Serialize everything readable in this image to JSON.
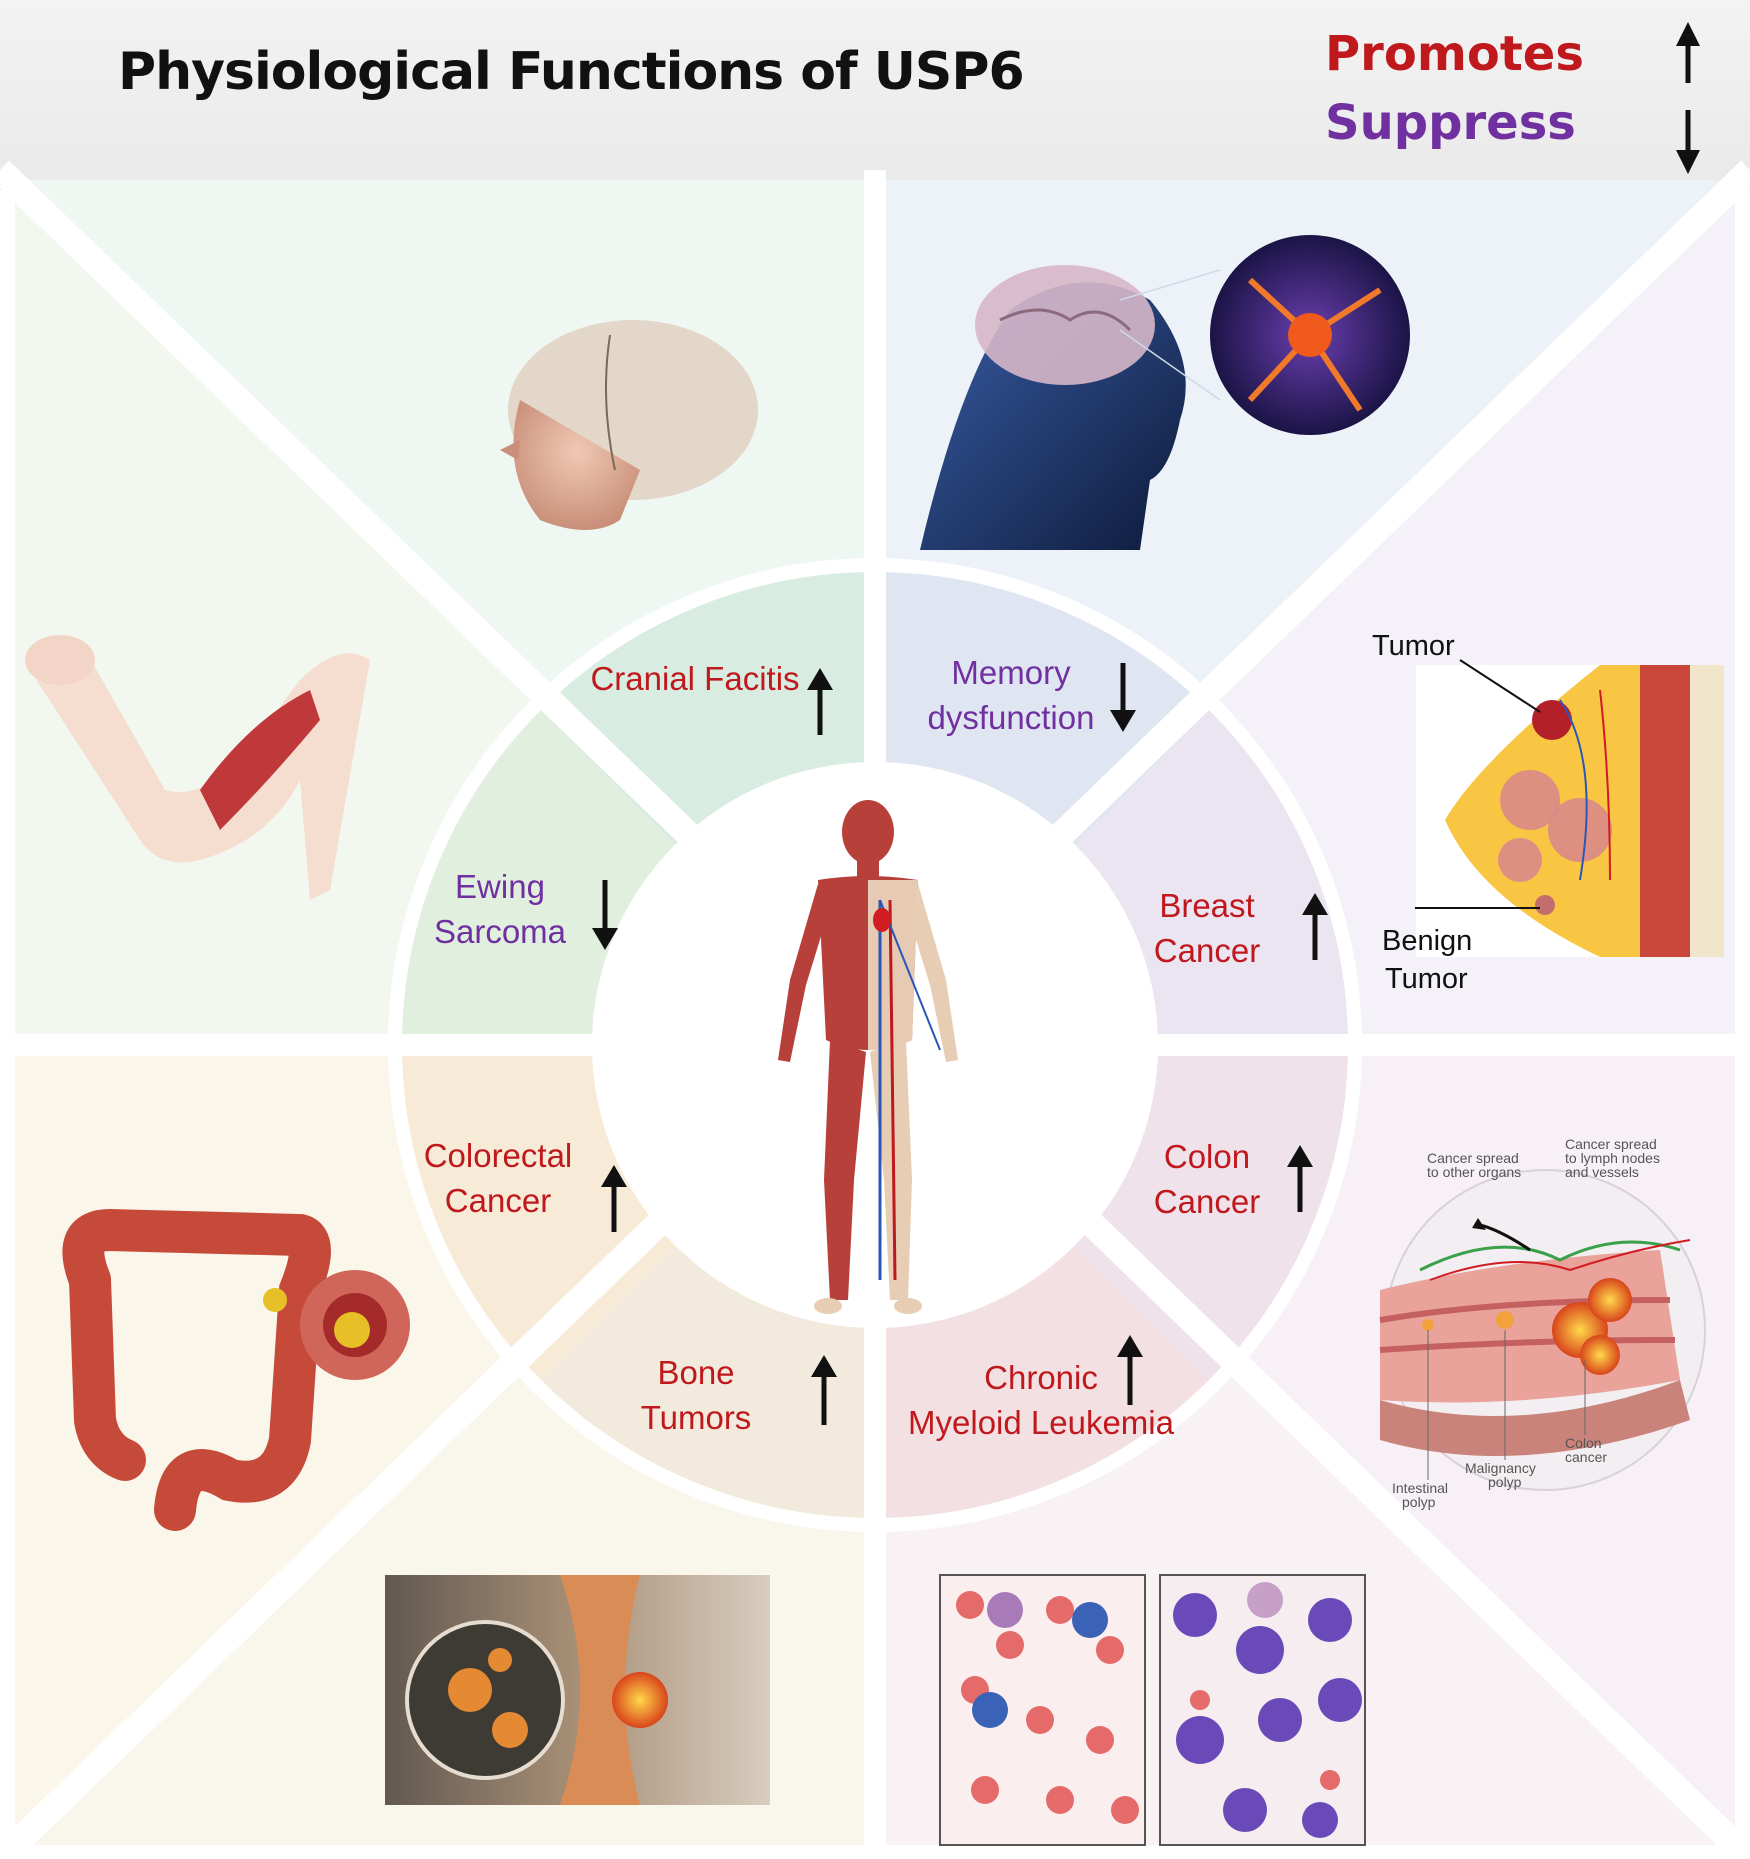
{
  "title": "Physiological Functions of USP6",
  "legend": {
    "promotes": "Promotes",
    "suppress": "Suppress"
  },
  "colors": {
    "promotes": "#c0191d",
    "suppress": "#7030a0",
    "arrow": "#111111"
  },
  "segments": {
    "cranial": {
      "line1": "Cranial Facitis",
      "effect": "promotes"
    },
    "memory": {
      "line1": "Memory",
      "line2": "dysfunction",
      "effect": "suppress"
    },
    "breast": {
      "line1": "Breast",
      "line2": "Cancer",
      "effect": "promotes"
    },
    "colon": {
      "line1": "Colon",
      "line2": "Cancer",
      "effect": "promotes"
    },
    "cml": {
      "line1": "Chronic",
      "line2": "Myeloid Leukemia",
      "effect": "promotes"
    },
    "bone": {
      "line1": "Bone",
      "line2": "Tumors",
      "effect": "promotes"
    },
    "colorectal": {
      "line1": "Colorectal",
      "line2": "Cancer",
      "effect": "promotes"
    },
    "ewing": {
      "line1": "Ewing",
      "line2": "Sarcoma",
      "effect": "suppress"
    }
  },
  "breast_illustration": {
    "tumor": "Tumor",
    "benign_line1": "Benign",
    "benign_line2": "Tumor"
  },
  "colon_illustration": {
    "spread_organs_1": "Cancer spread",
    "spread_organs_2": "to other organs",
    "spread_lymph_1": "Cancer spread",
    "spread_lymph_2": "to lymph nodes",
    "spread_lymph_3": "and vessels",
    "intestinal_1": "Intestinal",
    "intestinal_2": "polyp",
    "malignancy_1": "Malignancy",
    "malignancy_2": "polyp",
    "colon_cancer_1": "Colon",
    "colon_cancer_2": "cancer"
  }
}
